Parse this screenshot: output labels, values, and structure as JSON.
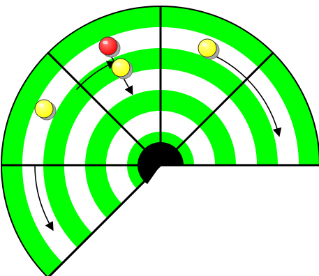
{
  "board": {
    "ring_colors": [
      "#00ff00",
      "#ffffff"
    ],
    "outline_color": "#000000",
    "hub_color": "#000000",
    "sectors": [
      {
        "name": "sector-upper-left"
      },
      {
        "name": "sector-upper-right"
      },
      {
        "name": "sector-left"
      },
      {
        "name": "sector-lower-left"
      }
    ]
  },
  "pieces": [
    {
      "name": "red-ball",
      "color": "#ff0000",
      "state": "selected"
    },
    {
      "name": "yellow-ball",
      "color": "#ffff00",
      "state": "idle"
    },
    {
      "name": "yellow-ball",
      "color": "#ffff00",
      "state": "idle"
    },
    {
      "name": "yellow-ball",
      "color": "#ffff00",
      "state": "idle"
    }
  ],
  "arrows": [
    {
      "name": "move-arrow",
      "icon": "curved-arrow"
    },
    {
      "name": "move-arrow",
      "icon": "curved-arrow"
    },
    {
      "name": "move-arrow",
      "icon": "curved-arrow"
    },
    {
      "name": "move-arrow",
      "icon": "curved-arrow"
    }
  ]
}
